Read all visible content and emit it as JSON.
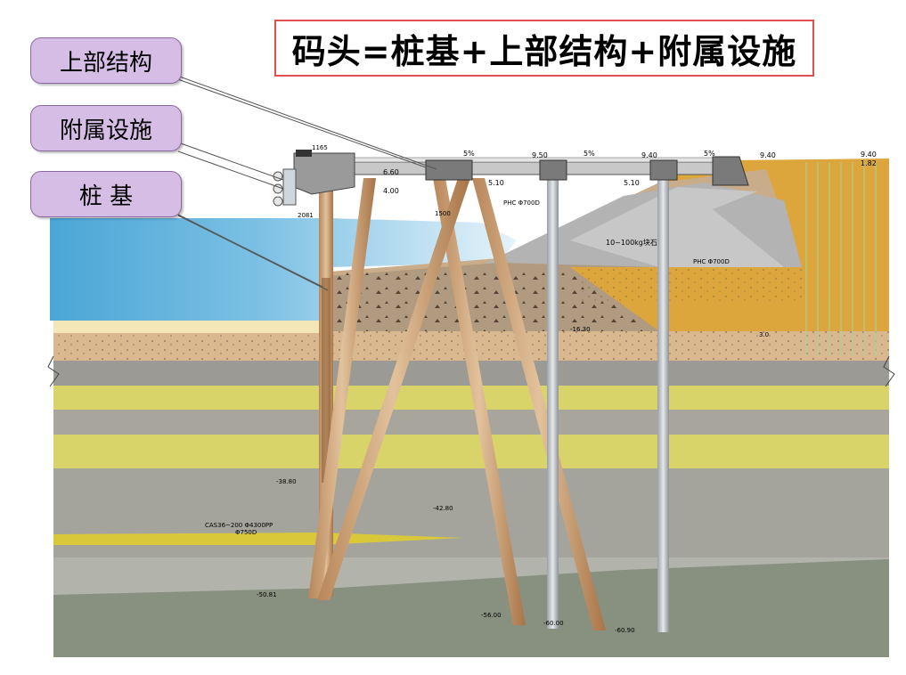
{
  "title": "码头=桩基+上部结构+附属设施",
  "callouts": {
    "superstructure": "上部结构",
    "ancillary": "附属设施",
    "piles": "桩 基"
  },
  "annotations": {
    "deck_elev": "6.60",
    "top_elev_1": "9.50",
    "top_elev_2": "9.40",
    "top_elev_3": "9.40",
    "right_top_elev": "9.40",
    "right_mid_elev": "1.82",
    "level_400": "4.00",
    "level_510_a": "5.10",
    "level_510_b": "5.10",
    "slope_1": "5%",
    "slope_2": "5%",
    "slope_3": "5%",
    "pile_label_a": "PHC Φ700D",
    "pile_label_b": "PHC Φ700D",
    "stone_label": "10~100kg块石",
    "dimension_1": "1165",
    "dimension_2": "2081",
    "dimension_3": "1500",
    "elev_mud": "-16.30",
    "elev_3680": "-38.80",
    "elev_4280": "-42.80",
    "elev_5081": "-50.81",
    "elev_5600": "-56.00",
    "elev_6000": "-60.00",
    "elev_6090": "-60.90",
    "pile_spec": "CAS36~200 Φ4300PP",
    "pile_spec_2": "Φ750D",
    "right_level": "3.0"
  }
}
